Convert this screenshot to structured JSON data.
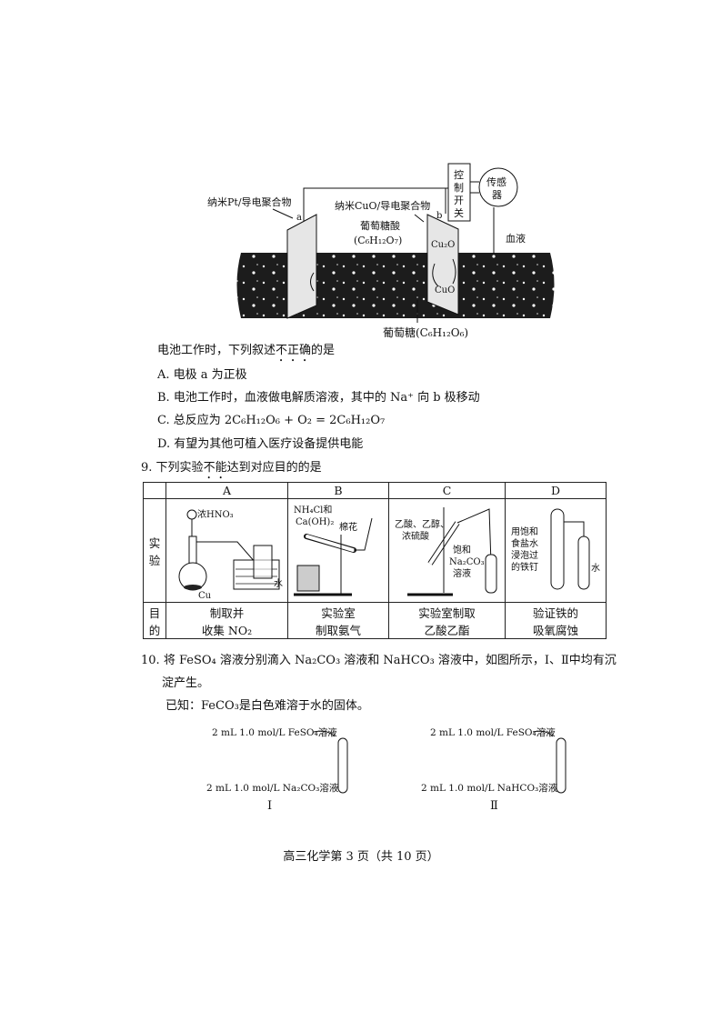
{
  "figure1": {
    "electrode_a_label": "纳米Pt/导电聚合物",
    "electrode_a": "a",
    "electrode_b_label": "纳米CuO/导电聚合物",
    "electrode_b": "b",
    "switch_label": [
      "控",
      "制",
      "开",
      "关"
    ],
    "sensor_label": [
      "传感",
      "器"
    ],
    "blood_label": "血液",
    "gluconic_acid": "葡萄糖酸",
    "gluconic_formula": "(C₆H₁₂O₇)",
    "cu2o": "Cu₂O",
    "cuo": "CuO",
    "glucose": "葡萄糖(C₆H₁₂O₆)"
  },
  "q8": {
    "stem_prefix": "电池工作时，下列叙述",
    "stem_emph": "不正确",
    "stem_suffix": "的是",
    "options": [
      {
        "key": "A.",
        "text": "电极 a 为正极"
      },
      {
        "key": "B.",
        "text": "电池工作时，血液做电解质溶液，其中的 Na⁺ 向 b 极移动"
      },
      {
        "key": "C.",
        "text": "总反应为 2C₆H₁₂O₆ + O₂ = 2C₆H₁₂O₇"
      },
      {
        "key": "D.",
        "text": "有望为其他可植入医疗设备提供电能"
      }
    ]
  },
  "q9": {
    "number": "9.",
    "stem_prefix": "下列实验",
    "stem_emph": "不能",
    "stem_suffix": "达到对应目的的是",
    "columns": [
      "A",
      "B",
      "C",
      "D"
    ],
    "row_labels": {
      "experiment": [
        "实",
        "验"
      ],
      "purpose": [
        "目",
        "的"
      ]
    },
    "experiment_labels": {
      "A": {
        "acid": "浓HNO₃",
        "metal": "Cu",
        "water": "水"
      },
      "B": {
        "reagents": [
          "NH₄Cl和",
          "Ca(OH)₂"
        ],
        "cotton": "棉花"
      },
      "C": {
        "reagents": [
          "乙酸、乙醇、",
          "浓硫酸"
        ],
        "solution": [
          "饱和",
          "Na₂CO₃",
          "溶液"
        ]
      },
      "D": {
        "nail": [
          "用饱和",
          "食盐水",
          "浸泡过",
          "的铁钉"
        ],
        "water": "水"
      }
    },
    "purposes": [
      [
        "制取并",
        "收集 NO₂"
      ],
      [
        "实验室",
        "制取氨气"
      ],
      [
        "实验室制取",
        "乙酸乙酯"
      ],
      [
        "验证铁的",
        "吸氧腐蚀"
      ]
    ]
  },
  "q10": {
    "number": "10.",
    "stem_line1": "将 FeSO₄ 溶液分别滴入 Na₂CO₃ 溶液和 NaHCO₃ 溶液中，如图所示，Ⅰ、Ⅱ中均有沉",
    "stem_line2": "淀产生。",
    "known": "已知：FeCO₃是白色难溶于水的固体。",
    "tube1": {
      "top": "2 mL 1.0 mol/L FeSO₄溶液",
      "bottom": "2 mL 1.0 mol/L Na₂CO₃溶液",
      "label": "Ⅰ"
    },
    "tube2": {
      "top": "2 mL 1.0 mol/L FeSO₄溶液",
      "bottom": "2 mL 1.0 mol/L NaHCO₃溶液",
      "label": "Ⅱ"
    }
  },
  "footer": "高三化学第 3 页（共 10 页）"
}
